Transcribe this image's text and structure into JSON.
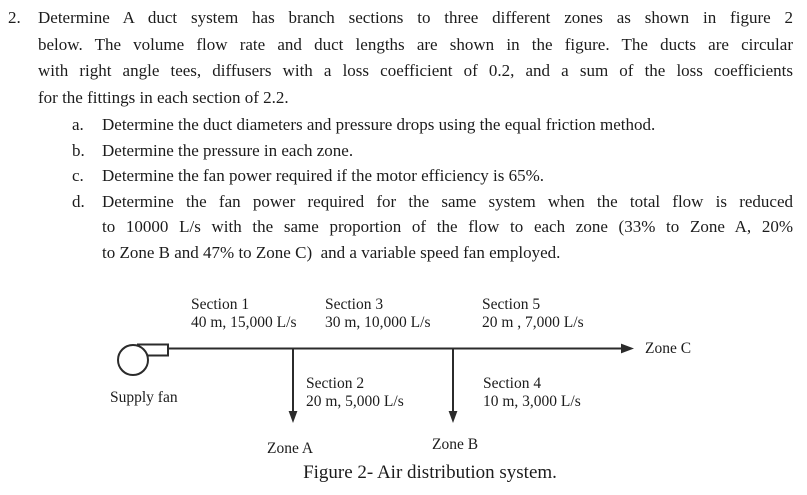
{
  "problem": {
    "number": "2.",
    "paragraph_lines": [
      "Determine A duct system has branch sections to three different zones as shown in figure 2",
      "below. The volume flow rate and duct lengths are shown in the figure. The ducts are circular",
      "with right angle tees, diffusers with a loss coefficient of 0.2, and a sum of the loss coefficients",
      "for the fittings in each section of 2.2."
    ],
    "items": [
      {
        "letter": "a.",
        "lines": [
          "Determine the duct diameters and pressure drops using the equal friction method."
        ]
      },
      {
        "letter": "b.",
        "lines": [
          "Determine the pressure in each zone."
        ]
      },
      {
        "letter": "c.",
        "lines": [
          "Determine the fan power required if the motor efficiency is 65%."
        ]
      },
      {
        "letter": "d.",
        "lines": [
          "Determine the fan power required for the same system when the total flow is reduced",
          "to 10000 L/s with the same proportion of the flow to each zone (33% to Zone A, 20%",
          "to Zone B and 47% to Zone C)  and a variable speed fan employed."
        ]
      }
    ]
  },
  "figure": {
    "supply_fan_label": "Supply fan",
    "sections": [
      {
        "name": "Section 1",
        "detail": "40 m, 15,000 L/s"
      },
      {
        "name": "Section 2",
        "detail": "20 m, 5,000 L/s"
      },
      {
        "name": "Section 3",
        "detail": "30 m, 10,000 L/s"
      },
      {
        "name": "Section 4",
        "detail": "10 m, 3,000 L/s"
      },
      {
        "name": "Section 5",
        "detail": "20 m , 7,000 L/s"
      }
    ],
    "zones": {
      "zone_a": "Zone A",
      "zone_b": "Zone B",
      "zone_c": "Zone C"
    },
    "caption": "Figure 2- Air distribution system.",
    "colors": {
      "ink": "#1c1c1c",
      "line": "#2b2b2b"
    }
  }
}
